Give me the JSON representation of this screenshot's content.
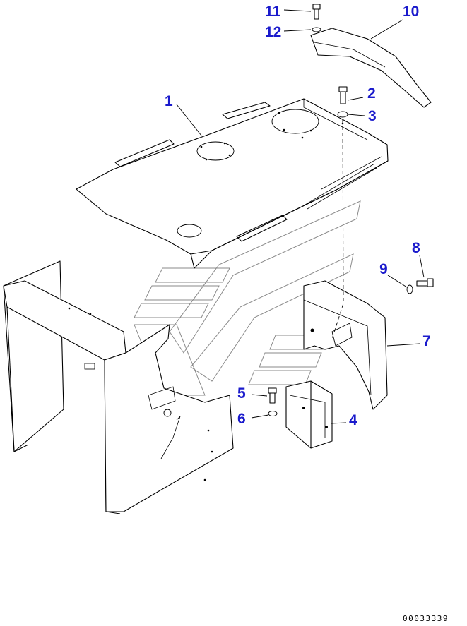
{
  "callouts": [
    {
      "id": "1",
      "label": "1"
    },
    {
      "id": "2",
      "label": "2"
    },
    {
      "id": "3",
      "label": "3"
    },
    {
      "id": "4",
      "label": "4"
    },
    {
      "id": "5",
      "label": "5"
    },
    {
      "id": "6",
      "label": "6"
    },
    {
      "id": "7",
      "label": "7"
    },
    {
      "id": "8",
      "label": "8"
    },
    {
      "id": "9",
      "label": "9"
    },
    {
      "id": "10",
      "label": "10"
    },
    {
      "id": "11",
      "label": "11"
    },
    {
      "id": "12",
      "label": "12"
    }
  ],
  "document_number": "00033339",
  "colors": {
    "callout": "#1a1acc",
    "line": "#000000",
    "watermark": "#8a8a8a",
    "background": "#ffffff"
  }
}
